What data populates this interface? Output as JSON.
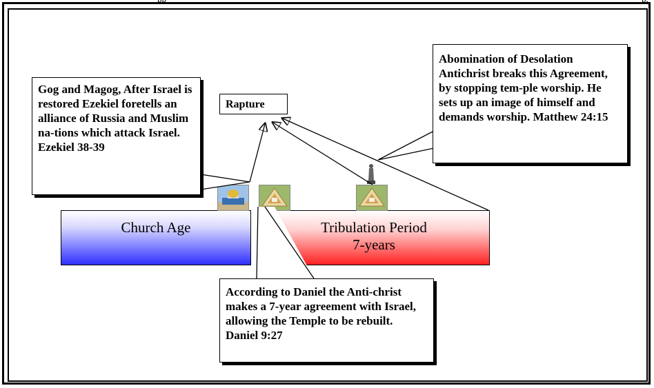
{
  "top_caption_left": "pp",
  "top_caption_right": "p,",
  "boxes": {
    "gog": "Gog and Magog, After Israel is restored Ezekiel foretells an alliance of Russia and Muslim na-tions which attack Israel. Ezekiel 38-39",
    "rapture": "Rapture",
    "abomination_title": "Abomination of Desolation",
    "abomination_body": "Antichrist breaks this Agreement, by stopping tem-ple worship. He sets up an image of himself and demands worship. Matthew 24:15",
    "daniel": "According to Daniel the Anti-christ makes a 7-year agreement with Israel, allowing the Temple to be rebuilt.  Daniel 9:27"
  },
  "bars": {
    "church_age": "Church Age",
    "tribulation_line1": "Tribulation Period",
    "tribulation_line2": "7-years"
  },
  "colors": {
    "church_gradient_end": "#3030ff",
    "tribulation_gradient_end": "#ff2020"
  },
  "images": [
    "dome-of-the-rock-photo",
    "temple-model-photo",
    "temple-model-photo",
    "statue-figure"
  ]
}
